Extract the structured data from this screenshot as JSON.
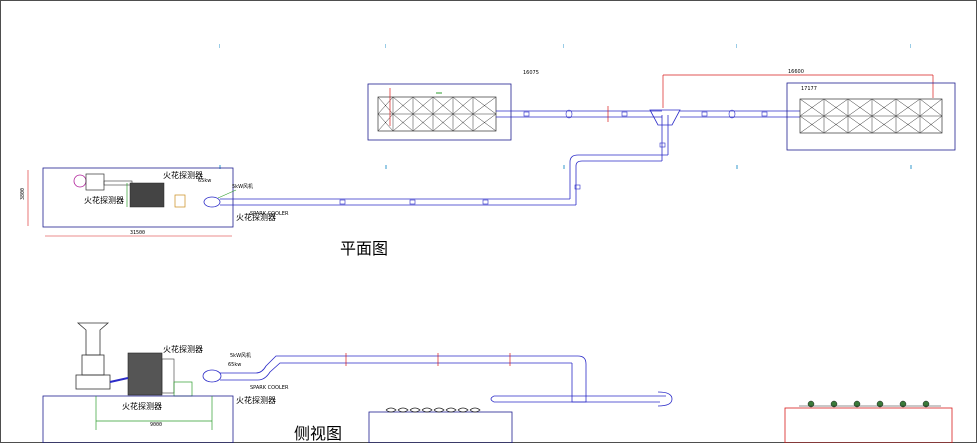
{
  "drawing": {
    "colors": {
      "outline": "#1f1f8f",
      "duct": "#2b2bc8",
      "dimension": "#d81b1b",
      "grid": "#3399cc",
      "ground": "#2e9e2e"
    },
    "grid_marks_top": [
      "Ⅰ",
      "Ⅰ",
      "Ⅰ",
      "Ⅰ",
      "Ⅰ"
    ],
    "grid_marks_mid": [
      "Ⅱ",
      "Ⅱ",
      "Ⅱ",
      "Ⅱ",
      "Ⅱ"
    ],
    "plan_view": {
      "title": "平面图",
      "left_room": {
        "height_dim": "3800",
        "width_dim": "31500"
      },
      "room_a": {
        "dim_label": "16075"
      },
      "room_b": {
        "dim_label": "17177",
        "span_dim": "16600"
      },
      "spark_detector_top": "火花探测器",
      "spark_detector_left": "火花探测器",
      "spark_detector_mid": "火花探测器",
      "spark_cooler": "SPARK COOLER",
      "tag_a": "65kw",
      "tag_b": "5kW风机"
    },
    "elevation_view": {
      "title": "侧视图",
      "base_dim": "9000",
      "spark_detector_top": "火花探测器",
      "spark_detector_mid": "火花探测器",
      "spark_detector_bottom": "火花探测器",
      "spark_cooler": "SPARK COOLER",
      "tag_a": "5kW风机",
      "tag_b": "65kw"
    }
  }
}
